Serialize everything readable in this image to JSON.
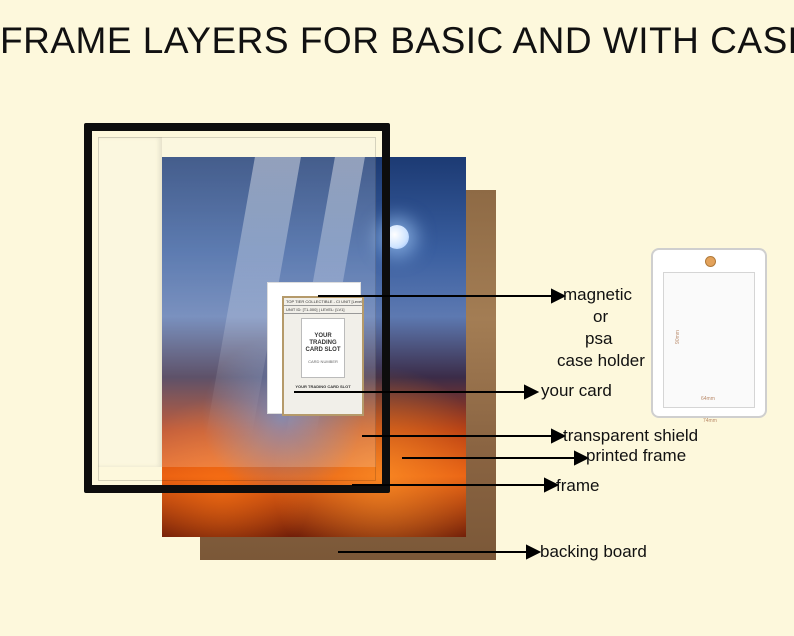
{
  "title": "FRAME LAYERS FOR BASIC AND WITH CASE",
  "labels": {
    "magnetic_line1": "magnetic",
    "magnetic_line2": "or",
    "magnetic_line3": "psa",
    "magnetic_line4": "case holder",
    "your_card": "your card",
    "transparent_shield": "transparent shield",
    "printed_frame": "printed frame",
    "frame": "frame",
    "backing_board": "backing board"
  },
  "card": {
    "header": "TOP TIER COLLECTIBLE - CI UNIT [Level 1]",
    "unit": "UNIT ID: [T1-000] | LEVEL: [LV1]",
    "slot_text": "YOUR TRADING CARD SLOT",
    "card_number": "CARD NUMBER",
    "footer": "YOUR TRADING CARD SLOT"
  },
  "case_diagram": {
    "height_label": "90mm",
    "width_label": "64mm",
    "bottom_label": "74mm"
  },
  "colors": {
    "background": "#fdf8dc",
    "frame": "#0d0d0d",
    "backing": "#a37d54",
    "text": "#111111"
  }
}
